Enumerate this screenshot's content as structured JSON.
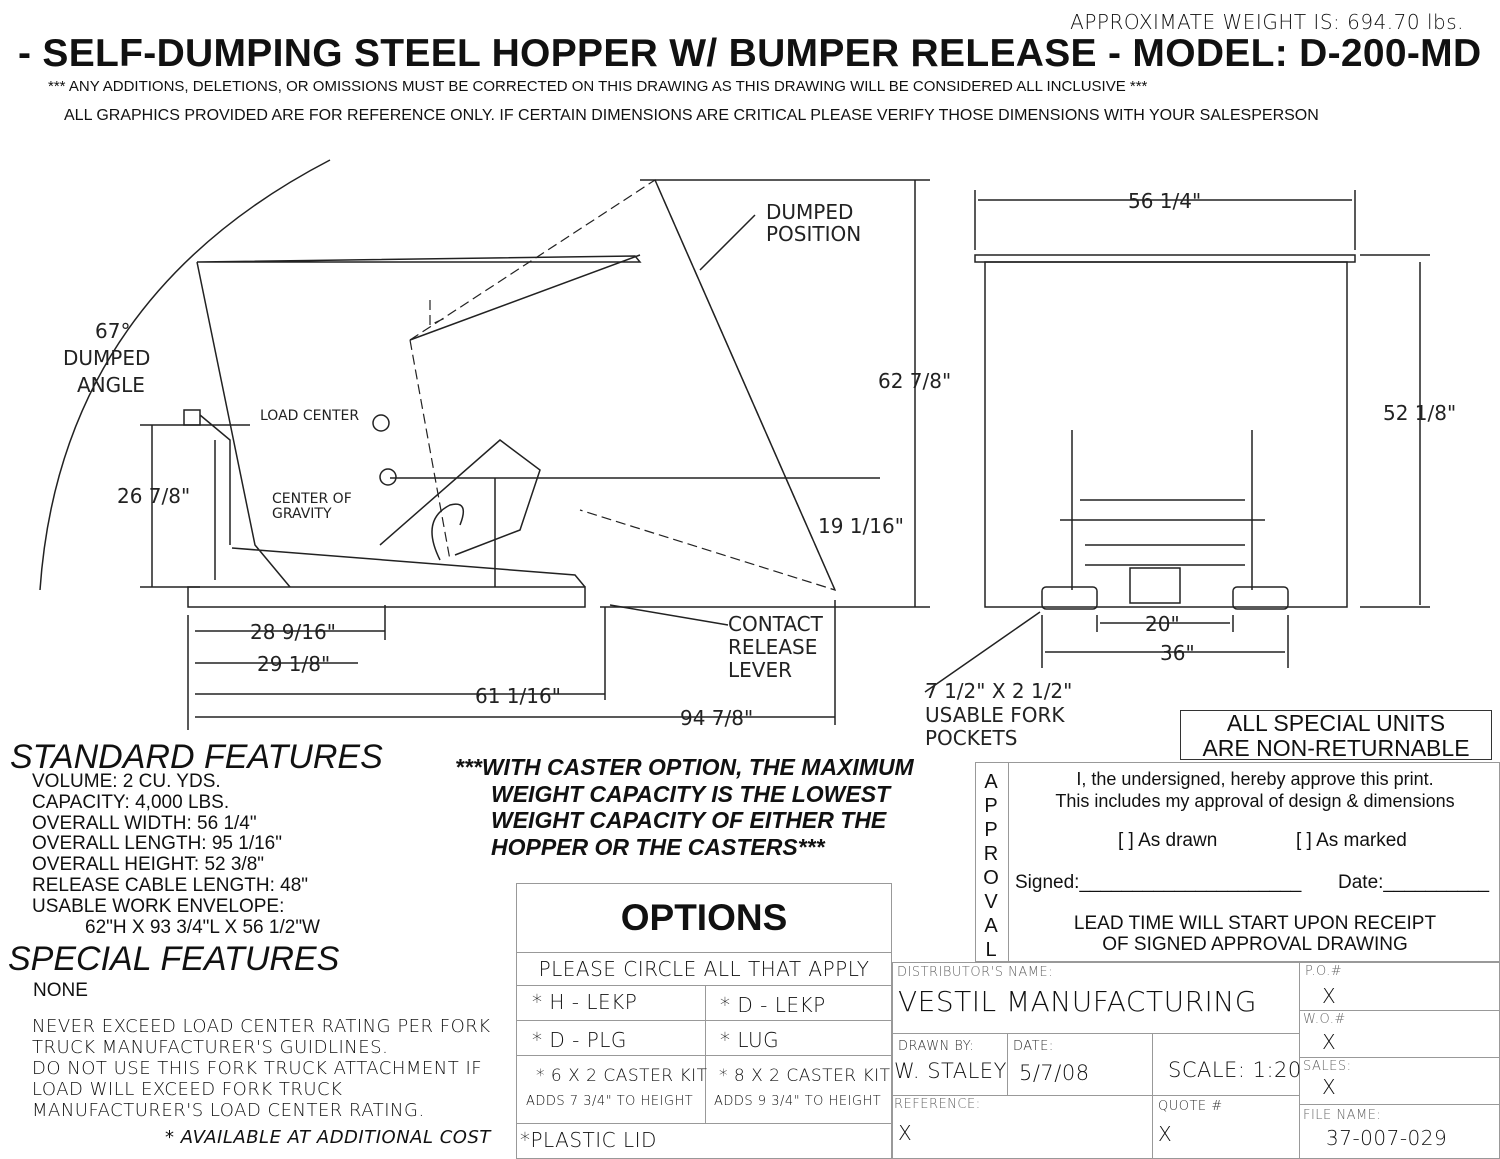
{
  "header": {
    "weight": "APPROXIMATE WEIGHT IS: 694.70 lbs.",
    "title": "- SELF-DUMPING STEEL HOPPER W/ BUMPER RELEASE - MODEL: D-200-MD",
    "note1": "*** ANY ADDITIONS, DELETIONS, OR OMISSIONS MUST BE CORRECTED ON THIS DRAWING AS THIS DRAWING WILL BE CONSIDERED ALL INCLUSIVE ***",
    "note2": "ALL GRAPHICS PROVIDED ARE FOR REFERENCE ONLY. IF CERTAIN DIMENSIONS ARE CRITICAL PLEASE VERIFY THOSE DIMENSIONS WITH YOUR SALESPERSON"
  },
  "side_view": {
    "angle": "67°",
    "angle_l2": "DUMPED",
    "angle_l3": "ANGLE",
    "load_center": "LOAD CENTER",
    "cog_l1": "CENTER OF",
    "cog_l2": "GRAVITY",
    "dumped_l1": "DUMPED",
    "dumped_l2": "POSITION",
    "dim_height_dumped": "62 7/8\"",
    "dim_26": "26 7/8\"",
    "dim_19": "19 1/16\"",
    "dim_28": "28 9/16\"",
    "dim_29": "29 1/8\"",
    "dim_61": "61 1/16\"",
    "dim_94": "94 7/8\"",
    "lever_l1": "CONTACT",
    "lever_l2": "RELEASE",
    "lever_l3": "LEVER"
  },
  "front_view": {
    "dim_width": "56 1/4\"",
    "dim_height": "52 1/8\"",
    "dim_20": "20\"",
    "dim_36": "36\"",
    "pocket_l1": "7 1/2\" X 2 1/2\"",
    "pocket_l2": "USABLE FORK",
    "pocket_l3": "POCKETS"
  },
  "non_returnable": {
    "l1": "ALL SPECIAL UNITS",
    "l2": "ARE NON-RETURNABLE"
  },
  "standard_features": {
    "heading": "STANDARD FEATURES",
    "items": [
      "VOLUME:  2 CU. YDS.",
      "CAPACITY:  4,000 LBS.",
      "OVERALL WIDTH:  56 1/4\"",
      "OVERALL LENGTH:  95 1/16\"",
      "OVERALL HEIGHT:   52 3/8\"",
      "RELEASE CABLE LENGTH:  48\"",
      "USABLE WORK ENVELOPE:",
      "62\"H X 93 3/4\"L X 56 1/2\"W"
    ]
  },
  "special_features": {
    "heading": "SPECIAL FEATURES",
    "value": "NONE",
    "warnings": [
      "NEVER EXCEED LOAD CENTER RATING PER FORK",
      "TRUCK MANUFACTURER'S GUIDLINES.",
      "DO NOT USE THIS FORK TRUCK ATTACHMENT IF",
      "LOAD WILL EXCEED FORK TRUCK",
      "MANUFACTURER'S LOAD CENTER RATING."
    ],
    "additional_cost": "* AVAILABLE AT ADDITIONAL COST"
  },
  "caster_note": [
    "***WITH CASTER OPTION, THE MAXIMUM",
    "WEIGHT CAPACITY IS THE LOWEST",
    "WEIGHT CAPACITY OF EITHER THE",
    "HOPPER OR THE CASTERS***"
  ],
  "options": {
    "title": "OPTIONS",
    "instruction": "PLEASE CIRCLE ALL THAT APPLY",
    "items": [
      "* H - LEKP",
      "* D - LEKP",
      "* D - PLG",
      "* LUG",
      "* 6 X 2 CASTER KIT",
      "* 8 X 2 CASTER KIT",
      "*PLASTIC LID"
    ],
    "sub": [
      "ADDS 7 3/4\" TO HEIGHT",
      "ADDS 9 3/4\" TO HEIGHT"
    ]
  },
  "approval": {
    "vertical": "APPROVAL",
    "l1": "I, the undersigned, hereby approve this print.",
    "l2": "This includes my approval of design & dimensions",
    "as_drawn": "[  ] As drawn",
    "as_marked": "[  ] As marked",
    "signed": "Signed:_____________________",
    "date": "Date:__________",
    "lead1": "LEAD TIME WILL START UPON RECEIPT",
    "lead2": "OF SIGNED APPROVAL DRAWING"
  },
  "title_block": {
    "distributor_label": "DISTRIBUTOR'S NAME:",
    "distributor": "VESTIL MANUFACTURING",
    "drawn_label": "DRAWN BY:",
    "drawn": "W. STALEY",
    "date_label": "DATE:",
    "date": "5/7/08",
    "scale": "SCALE: 1:20",
    "reference_label": "REFERENCE:",
    "reference": "X",
    "quote_label": "QUOTE #",
    "quote": "X",
    "po_label": "P.O.#",
    "po": "X",
    "wo_label": "W.O.#",
    "wo": "X",
    "sales_label": "SALES:",
    "sales": "X",
    "file_label": "FILE NAME:",
    "file": "37-007-029"
  }
}
